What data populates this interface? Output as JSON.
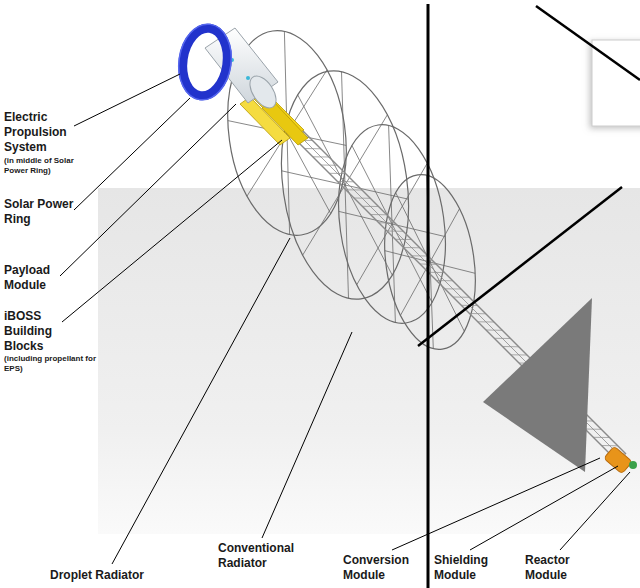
{
  "diagram": {
    "labels": [
      "Electric Propulsion System",
      "(in middle of Solar Power Ring)",
      "Solar Power Ring",
      "Payload Module",
      "iBOSS Building Blocks",
      "(including propellant for EPS)",
      "Droplet Radiator",
      "Conventional Radiator",
      "Conversion Module",
      "Shielding Module",
      "Reactor Module"
    ]
  }
}
